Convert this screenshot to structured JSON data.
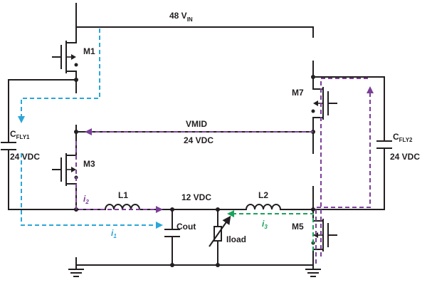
{
  "colors": {
    "wire": "#231f20",
    "current_blue": "#2ba6d9",
    "current_purple": "#7b3f98",
    "current_green": "#1aa35a"
  },
  "labels": {
    "vin": {
      "main": "48 V",
      "sub": "IN"
    },
    "m1": "M1",
    "m3": "M3",
    "m5": "M5",
    "m7": "M7",
    "cfly1": {
      "main": "C",
      "sub": "FLY1"
    },
    "cfly2": {
      "main": "C",
      "sub": "FLY2"
    },
    "cfly1_voltage": "24 VDC",
    "cfly2_voltage": "24 VDC",
    "vmid": "VMID",
    "vmid_voltage": "24 VDC",
    "output_voltage": "12 VDC",
    "l1": "L1",
    "l2": "L2",
    "cout": "Cout",
    "iload": "Iload",
    "i1": {
      "main": "i",
      "sub": "1"
    },
    "i2": {
      "main": "i",
      "sub": "2"
    },
    "i3": {
      "main": "i",
      "sub": "3"
    }
  }
}
